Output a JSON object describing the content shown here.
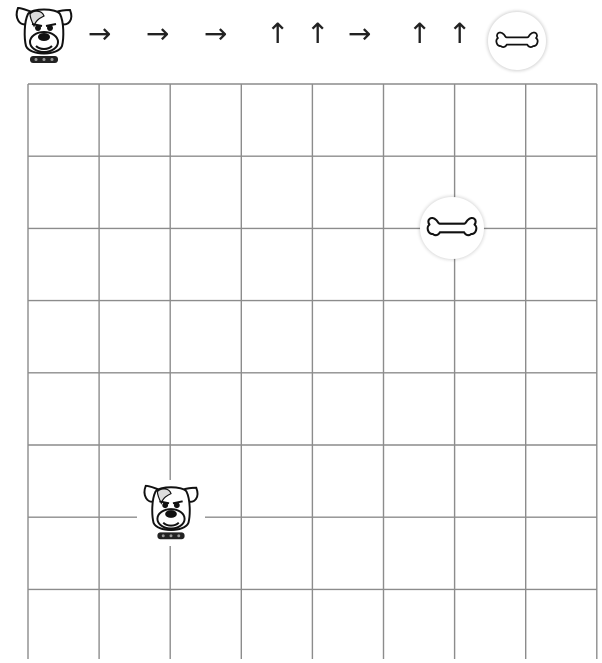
{
  "program": {
    "steps": [
      "→",
      "→",
      "→",
      "↑",
      "↑",
      "→",
      "↑",
      "↑"
    ]
  },
  "board": {
    "cols": 8,
    "rows": 8,
    "dog_cell": {
      "col": 2,
      "row": 6
    },
    "bone_cell": {
      "col": 6,
      "row": 2
    }
  },
  "icons": {
    "start": "dog-face-icon",
    "goal": "bone-icon"
  },
  "colors": {
    "grid_line": "#8c8c8c",
    "background": "#ffffff"
  }
}
